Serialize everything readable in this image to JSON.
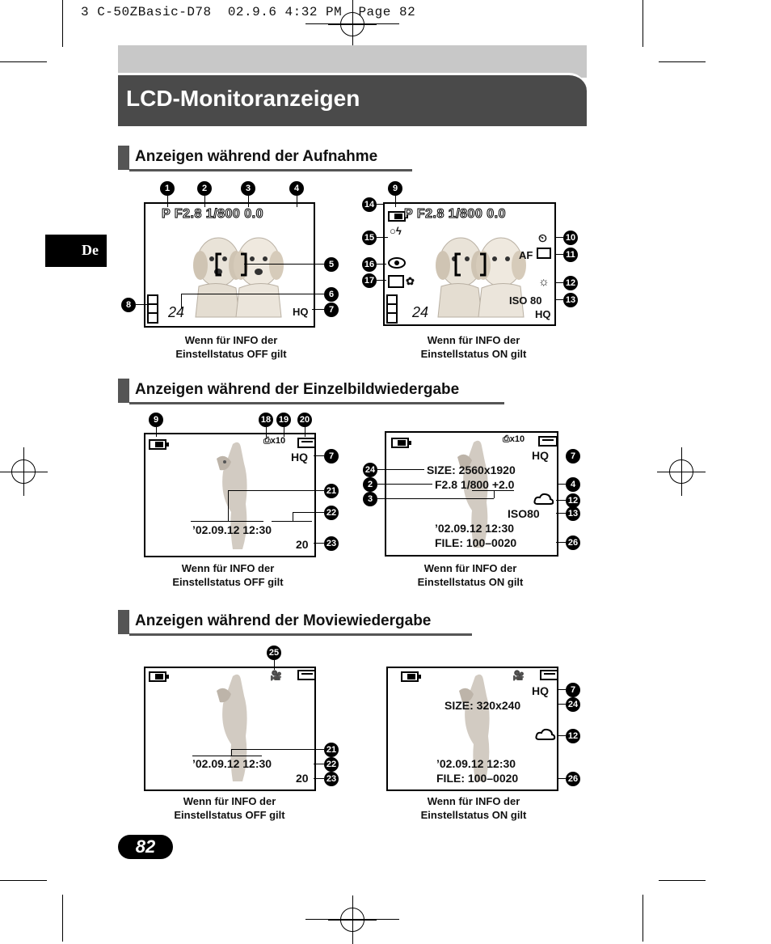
{
  "slug": "3 C-50ZBasic-D78  02.9.6 4:32 PM  Page 82",
  "title": "LCD-Monitoranzeigen",
  "lang_tab": "De",
  "sections": {
    "s1": "Anzeigen während der Aufnahme",
    "s2": "Anzeigen während der Einzelbildwiedergabe",
    "s3": "Anzeigen während der Moviewiedergabe"
  },
  "captions": {
    "off": "Wenn für INFO der\nEinstellstatus OFF gilt",
    "on": "Wenn für INFO der\nEinstellstatus ON gilt"
  },
  "shoot": {
    "top_line": "P  F2.8  1/800    0.0",
    "frames": "24",
    "hq": "HQ",
    "af": "AF",
    "iso": "ISO 80",
    "hq2": "HQ"
  },
  "play": {
    "print": "⎙x10",
    "hq": "HQ",
    "date": "’02.09.12  12:30",
    "count": "20",
    "size": "SIZE: 2560x1920",
    "exposure": "F2.8  1/800  +2.0",
    "iso": "ISO80",
    "file": "FILE: 100–0020"
  },
  "movie": {
    "hq": "HQ",
    "size": "SIZE: 320x240",
    "date": "’02.09.12  12:30",
    "count": "20",
    "file": "FILE: 100–0020"
  },
  "numbers": {
    "n1": "1",
    "n2": "2",
    "n3": "3",
    "n4": "4",
    "n5": "5",
    "n6": "6",
    "n7": "7",
    "n8": "8",
    "n9": "9",
    "n10": "10",
    "n11": "11",
    "n12": "12",
    "n13": "13",
    "n14": "14",
    "n15": "15",
    "n16": "16",
    "n17": "17",
    "n18": "18",
    "n19": "19",
    "n20": "20",
    "n21": "21",
    "n22": "22",
    "n23": "23",
    "n24": "24",
    "n25": "25",
    "n26": "26"
  },
  "page_number": "82"
}
